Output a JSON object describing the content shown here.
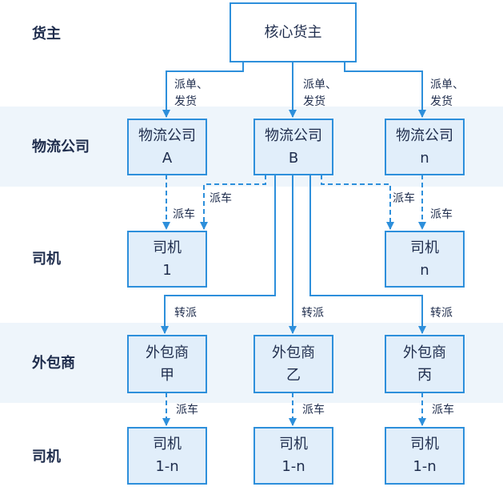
{
  "rows": {
    "shipper": "货主",
    "logistics": "物流公司",
    "driver1": "司机",
    "subcontractor": "外包商",
    "driver2": "司机"
  },
  "nodes": {
    "core_shipper": "核心货主",
    "logistics_a": {
      "line1": "物流公司",
      "line2": "A"
    },
    "logistics_b": {
      "line1": "物流公司",
      "line2": "B"
    },
    "logistics_n": {
      "line1": "物流公司",
      "line2": "n"
    },
    "driver_1": {
      "line1": "司机",
      "line2": "1"
    },
    "driver_n": {
      "line1": "司机",
      "line2": "n"
    },
    "sub_jia": {
      "line1": "外包商",
      "line2": "甲"
    },
    "sub_yi": {
      "line1": "外包商",
      "line2": "乙"
    },
    "sub_bing": {
      "line1": "外包商",
      "line2": "丙"
    },
    "sub_driver_jia": {
      "line1": "司机",
      "line2": "1-n"
    },
    "sub_driver_yi": {
      "line1": "司机",
      "line2": "1-n"
    },
    "sub_driver_bing": {
      "line1": "司机",
      "line2": "1-n"
    }
  },
  "edges": {
    "dispatch_ship_1": {
      "line1": "派单、",
      "line2": "发货"
    },
    "dispatch_ship_2": {
      "line1": "派单、",
      "line2": "发货"
    },
    "dispatch_ship_3": {
      "line1": "派单、",
      "line2": "发货"
    },
    "dispatch_a_to_1": "派车",
    "dispatch_b_to_1": "派车",
    "dispatch_b_to_n": "派车",
    "dispatch_n_to_n": "派车",
    "transfer_1": "转派",
    "transfer_2": "转派",
    "transfer_3": "转派",
    "dispatch_jia": "派车",
    "dispatch_yi": "派车",
    "dispatch_bing": "派车"
  },
  "colors": {
    "line": "#2d8fdb",
    "band": "#eef5fb",
    "box_fill": "#e1eefa",
    "text": "#1f2d4d"
  }
}
